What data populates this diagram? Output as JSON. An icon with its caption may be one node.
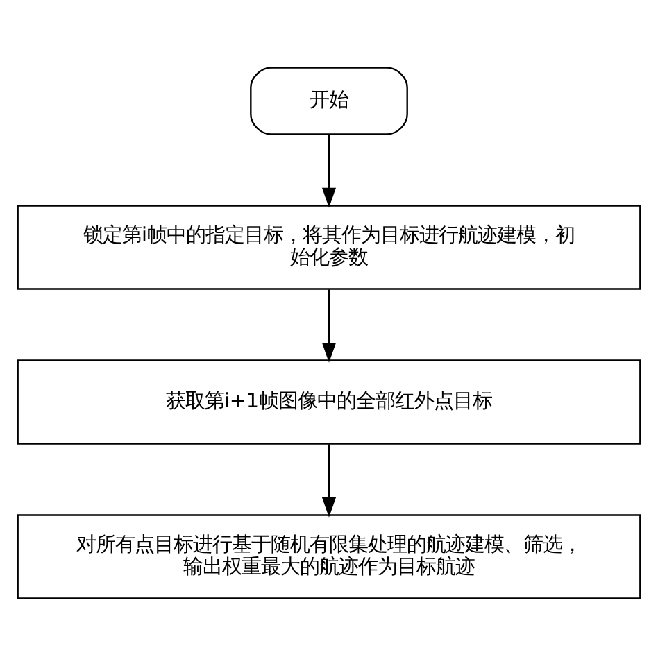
{
  "diagram": {
    "nodes": [
      {
        "text": [
          "开始"
        ]
      },
      {
        "text": [
          "锁定第i帧中的指定目标，将其作为目标进行航迹建模，初始化参数"
        ]
      },
      {
        "text": [
          "获取第i+1帧图像中的全部红外点目标"
        ]
      },
      {
        "text": [
          "对所有点目标进行基于随机有限集处理的航迹建模、筛选，输出权重最大的航迹作为目标航迹"
        ]
      }
    ],
    "edges": [
      {
        "from": 0,
        "to": 1,
        "arrow": "to"
      },
      {
        "from": 1,
        "to": 2,
        "arrow": "to"
      },
      {
        "from": 2,
        "to": 3,
        "arrow": "to"
      }
    ]
  }
}
